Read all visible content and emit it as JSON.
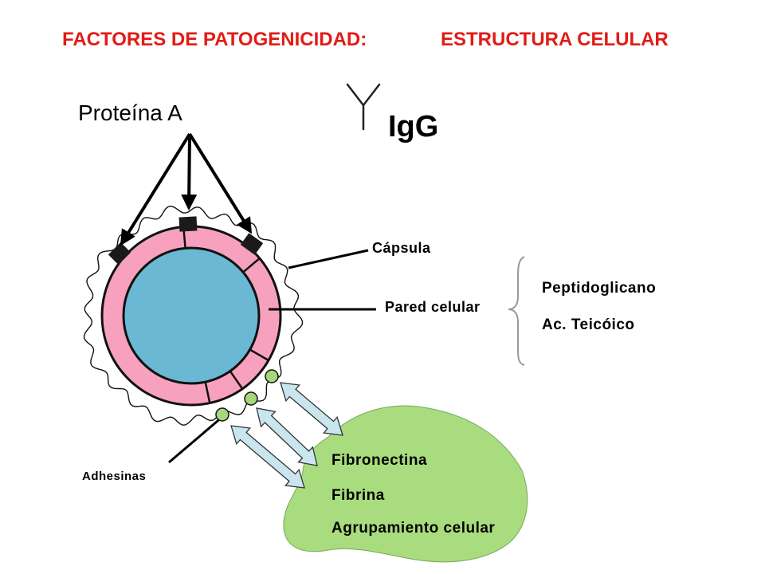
{
  "title": {
    "left": "FACTORES DE PATOGENICIDAD:",
    "right": "ESTRUCTURA CELULAR"
  },
  "labels": {
    "protein_a": "Proteína A",
    "igg": "IgG",
    "capsule": "Cápsula",
    "cell_wall": "Pared celular",
    "adhesins": "Adhesinas"
  },
  "cell_wall_components": [
    "Peptidoglicano",
    "Ac. Teicóico"
  ],
  "host_components": [
    "Fibronectina",
    "Fibrina",
    "Agrupamiento celular"
  ],
  "colors": {
    "title": "#e21b16",
    "cytoplasm": "#6ab8d4",
    "cell_wall": "#f7a1bf",
    "adhesin": "#a6d77a",
    "host_tissue": "#a8dc7e",
    "arrow": "#c9e6ef",
    "protein_a": "#1a1a1a"
  },
  "icons": {
    "antibody": "antibody-y-icon",
    "bracket": "curly-bracket-icon"
  }
}
